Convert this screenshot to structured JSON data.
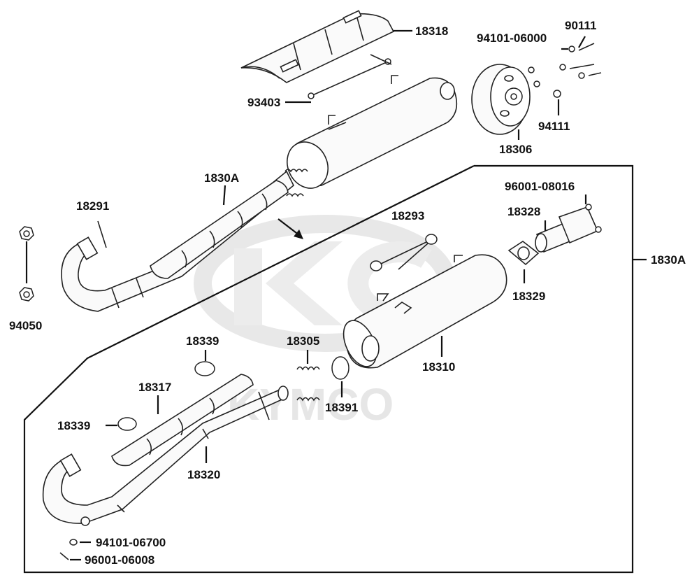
{
  "watermark": {
    "brand": "KYMCO",
    "logo_icon": "kymco-logo-icon"
  },
  "labels": {
    "p18318": "18318",
    "p94101_06000": "94101-06000",
    "p90111": "90111",
    "p93403": "93403",
    "p94111": "94111",
    "p18306": "18306",
    "p1830A_top": "1830A",
    "p18291": "18291",
    "p94050": "94050",
    "p96001_08016": "96001-08016",
    "p18328": "18328",
    "p18293": "18293",
    "p1830A_side": "1830A",
    "p18329": "18329",
    "p18339_top": "18339",
    "p18305": "18305",
    "p18310": "18310",
    "p18317": "18317",
    "p18391": "18391",
    "p18339_left": "18339",
    "p18320": "18320",
    "p94101_06700": "94101-06700",
    "p96001_06008": "96001-06008"
  }
}
